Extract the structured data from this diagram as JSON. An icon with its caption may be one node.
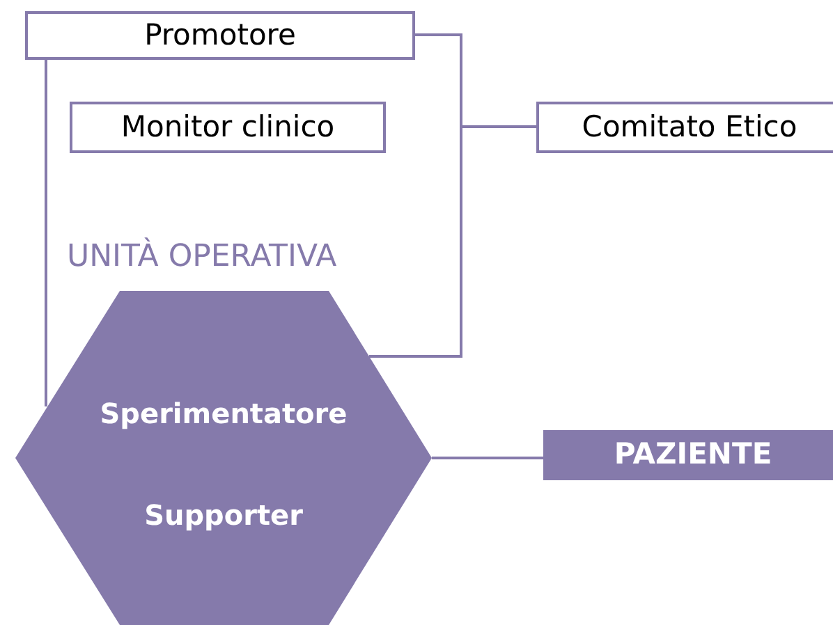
{
  "diagram": {
    "nodes": [
      {
        "text": [
          "Promotore"
        ]
      },
      {
        "text": [
          "Monitor clinico"
        ]
      },
      {
        "text": [
          "Comitato Etico"
        ]
      },
      {
        "text": [
          "Sperimentatore",
          "Supporter"
        ]
      },
      {
        "text": [
          "PAZIENTE"
        ]
      }
    ],
    "edges": [
      {
        "from": 0,
        "to": 2,
        "arrow": "none"
      },
      {
        "from": 3,
        "to": 2,
        "arrow": "none"
      },
      {
        "from": 0,
        "to": 3,
        "arrow": "none"
      },
      {
        "from": 3,
        "to": 4,
        "arrow": "none"
      }
    ],
    "labels": [
      "UNITÀ OPERATIVA"
    ]
  }
}
